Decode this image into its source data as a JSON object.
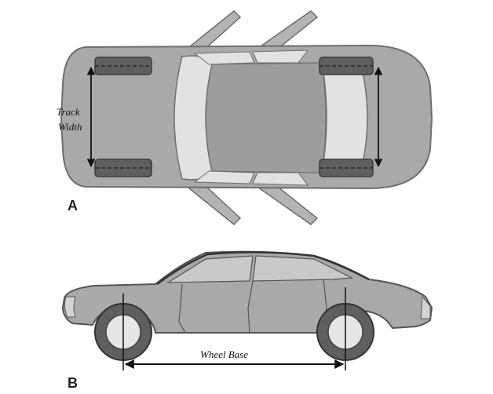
{
  "panels": {
    "top_view_label": "A",
    "side_view_label": "B"
  },
  "dimensions": {
    "track_width_line1": "Track",
    "track_width_line2": "Width",
    "wheel_base": "Wheel Base"
  },
  "colors": {
    "body": "#a9a9a9",
    "body_outline": "#6e6e6e",
    "glass": "#e2e2e2",
    "tire": "#5f5f5f",
    "dimension_line": "#111111"
  }
}
